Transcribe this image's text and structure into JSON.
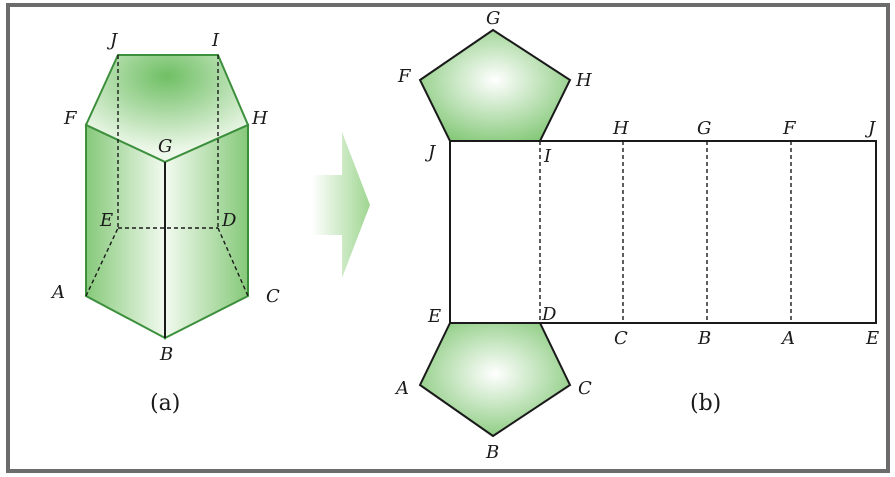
{
  "figure_a": {
    "labels": {
      "J": "J",
      "I": "I",
      "F": "F",
      "H": "H",
      "G": "G",
      "E": "E",
      "D": "D",
      "A": "A",
      "C": "C",
      "B": "B"
    },
    "caption": "(a)"
  },
  "figure_b": {
    "top_labels": {
      "G": "G",
      "F": "F",
      "H": "H",
      "J": "J",
      "I": "I"
    },
    "net_top_labels": [
      "H",
      "G",
      "F",
      "J"
    ],
    "net_bottom_labels": [
      "C",
      "B",
      "A",
      "E"
    ],
    "bottom_labels": {
      "E": "E",
      "D": "D",
      "A": "A",
      "C": "C",
      "B": "B"
    },
    "caption": "(b)"
  },
  "colors": {
    "frame_border": "#6b6b6b",
    "face_green": "#8fcf7f",
    "face_highlight": "#ffffff",
    "arrow_green": "#b9e3ad",
    "line": "#1a1a1a"
  }
}
